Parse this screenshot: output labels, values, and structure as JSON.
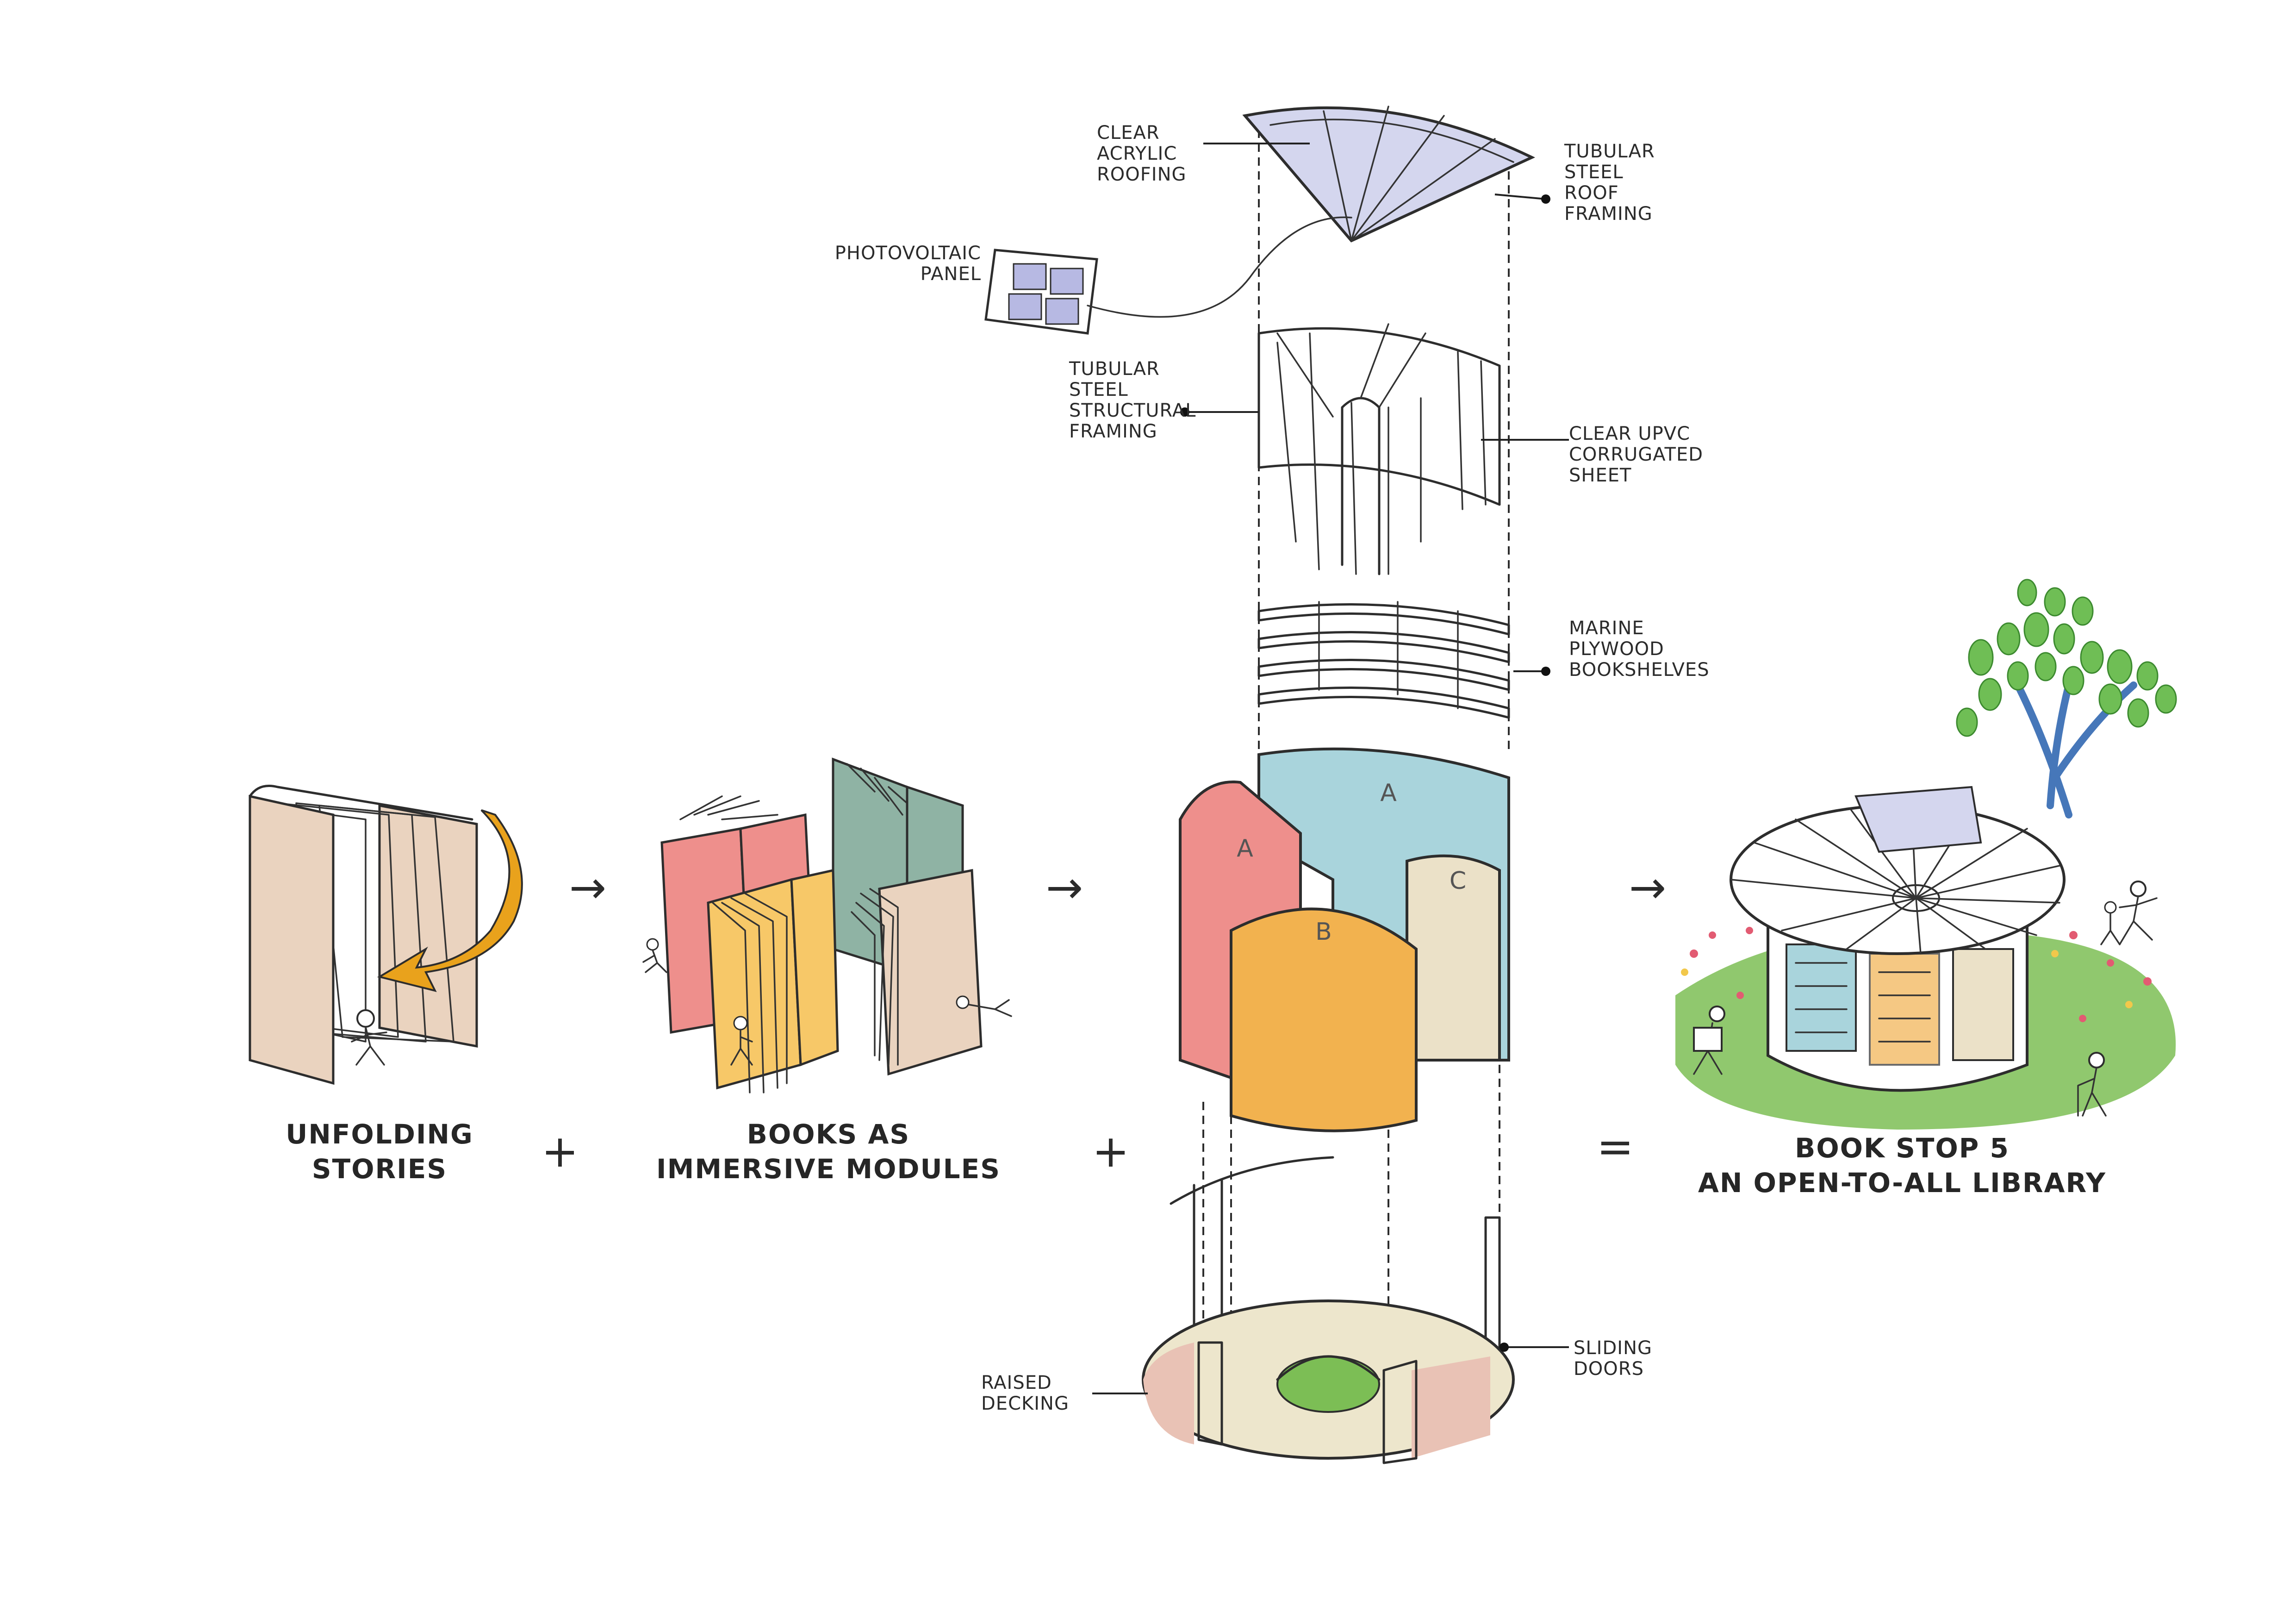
{
  "diagram": {
    "captions": {
      "unfolding_stories": [
        "UNFOLDING",
        "STORIES"
      ],
      "books_as_modules": [
        "BOOKS AS",
        "IMMERSIVE MODULES"
      ],
      "book_stop": [
        "BOOK STOP 5",
        "AN OPEN-TO-ALL LIBRARY"
      ]
    },
    "operators": {
      "plus": "+",
      "equals": "=",
      "arrow": "→"
    },
    "exploded_labels": {
      "clear_acrylic_roofing": [
        "CLEAR",
        "ACRYLIC",
        "ROOFING"
      ],
      "photovoltaic_panel": [
        "PHOTOVOLTAIC",
        "PANEL"
      ],
      "tubular_steel_roof_framing": [
        "TUBULAR",
        "STEEL",
        "ROOF",
        "FRAMING"
      ],
      "tubular_steel_structural_framing": [
        "TUBULAR",
        "STEEL",
        "STRUCTURAL",
        "FRAMING"
      ],
      "clear_upvc_corrugated_sheet": [
        "CLEAR UPVC",
        "CORRUGATED",
        "SHEET"
      ],
      "marine_plywood_bookshelves": [
        "MARINE",
        "PLYWOOD",
        "BOOKSHELVES"
      ],
      "raised_decking": [
        "RAISED",
        "DECKING"
      ],
      "sliding_doors": [
        "SLIDING",
        "DOORS"
      ]
    },
    "module_letters": {
      "red": "A",
      "blue": "A",
      "yellow": "B",
      "cream": "C"
    },
    "colors": {
      "module_red": "#ee8f8c",
      "module_blue": "#a9d4dc",
      "module_yellow": "#f2b24f",
      "module_cream": "#ebe1c8",
      "book_tan": "#ead3bf",
      "book_green": "#8fb3a4",
      "arrow_orange": "#e9a21c",
      "grass": "#7cbe55",
      "leaf": "#6fbe55",
      "deck_pink": "#e9c2b5",
      "deck_cream": "#ede6cc",
      "acrylic_sky": "#d4d6ee"
    }
  }
}
